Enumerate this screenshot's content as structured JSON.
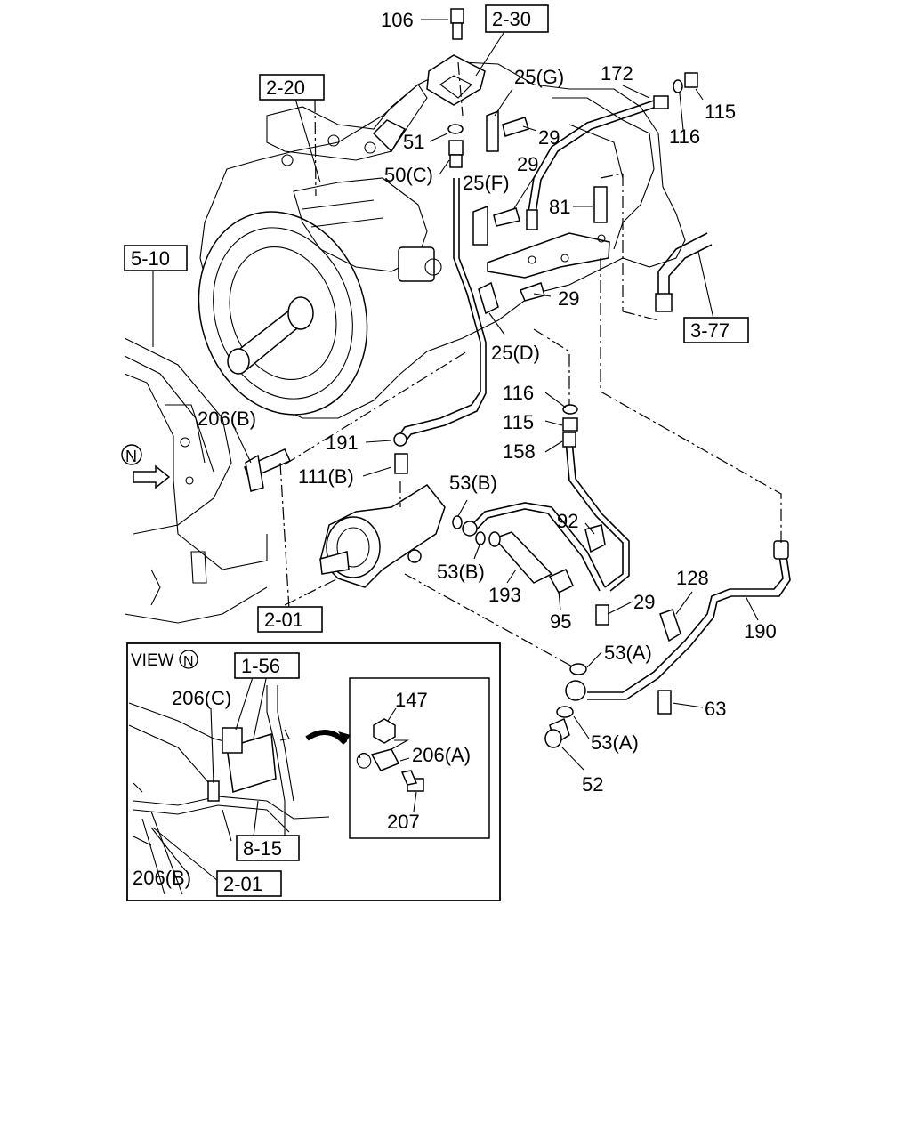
{
  "refs": {
    "r230": "2-30",
    "r220": "2-20",
    "r510": "5-10",
    "r377": "3-77",
    "r201": "2-01",
    "r156": "1-56",
    "r815": "8-15",
    "r201b": "2-01"
  },
  "parts": {
    "p106": "106",
    "p25g": "25(G)",
    "p172": "172",
    "p115a": "115",
    "p116a": "116",
    "p29a": "29",
    "p51": "51",
    "p50c": "50(C)",
    "p29b": "29",
    "p25f": "25(F)",
    "p81": "81",
    "p29c": "29",
    "p25d": "25(D)",
    "p116b": "116",
    "p115b": "115",
    "p158": "158",
    "p206b": "206(B)",
    "p191": "191",
    "p111b": "111(B)",
    "p53b1": "53(B)",
    "p53b2": "53(B)",
    "p92": "92",
    "p193": "193",
    "p95": "95",
    "p29d": "29",
    "p128": "128",
    "p190": "190",
    "p53a1": "53(A)",
    "p63": "63",
    "p53a2": "53(A)",
    "p52": "52"
  },
  "view": {
    "title": "VIEW",
    "marker": "N",
    "p206c": "206(C)",
    "p206b": "206(B)",
    "p147": "147",
    "p206a": "206(A)",
    "p207": "207"
  },
  "n_marker": "N"
}
